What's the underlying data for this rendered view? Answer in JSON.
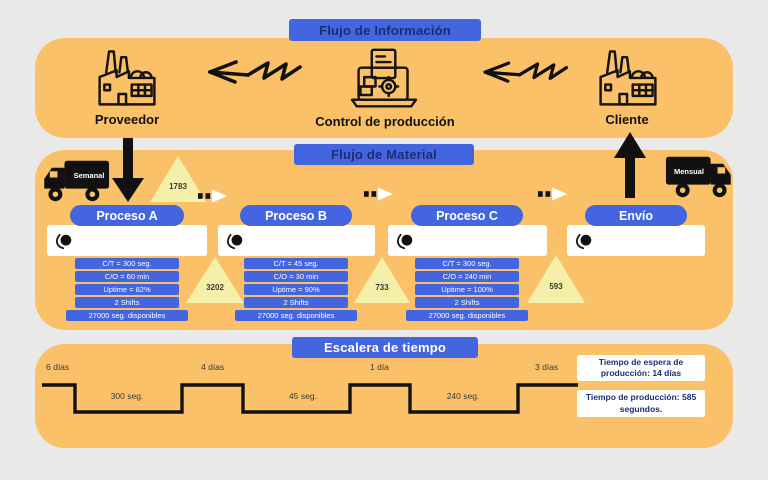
{
  "colors": {
    "background": "#e9e9e9",
    "panel_orange": "#FAC168",
    "accent_blue": "#4365DF",
    "banner_text_navy": "#1C2D74",
    "triangle_yellow": "#F4F0AA",
    "ink_black": "#111111",
    "white": "#ffffff"
  },
  "info_flow": {
    "banner": "Flujo de Información",
    "nodes": [
      {
        "label": "Proveedor",
        "icon": "factory-icon"
      },
      {
        "label": "Control de producción",
        "icon": "production-control-icon"
      },
      {
        "label": "Cliente",
        "icon": "factory-icon"
      }
    ]
  },
  "material_flow": {
    "banner": "Flujo de Material",
    "left_truck_label": "Semanal",
    "right_truck_label": "Mensual",
    "inventory_triangles": [
      "1783",
      "3202",
      "733",
      "593"
    ],
    "processes": [
      {
        "name": "Proceso A",
        "stats": [
          "C/T = 300 seg.",
          "C/O = 60 min",
          "Uptime = 82%",
          "2 Shifts",
          "27000 seg. disponibles"
        ]
      },
      {
        "name": "Proceso B",
        "stats": [
          "C/T = 45 seg.",
          "C/O = 30 min",
          "Uptime = 90%",
          "2 Shifts",
          "27000 seg. disponibles"
        ]
      },
      {
        "name": "Proceso C",
        "stats": [
          "C/T = 300 seg.",
          "C/O = 240 min",
          "Uptime = 100%",
          "2 Shifts",
          "27000 seg. disponibles"
        ]
      },
      {
        "name": "Envío",
        "stats": []
      }
    ]
  },
  "timeline": {
    "banner": "Escalera de tiempo",
    "wait_labels": [
      "6 días",
      "4 días",
      "1 día",
      "3 días"
    ],
    "process_labels": [
      "300 seg.",
      "45 seg.",
      "240 seg."
    ],
    "summary_boxes": [
      "Tiempo de espera de producción: 14 días",
      "Tiempo de producción: 585 segundos."
    ]
  }
}
